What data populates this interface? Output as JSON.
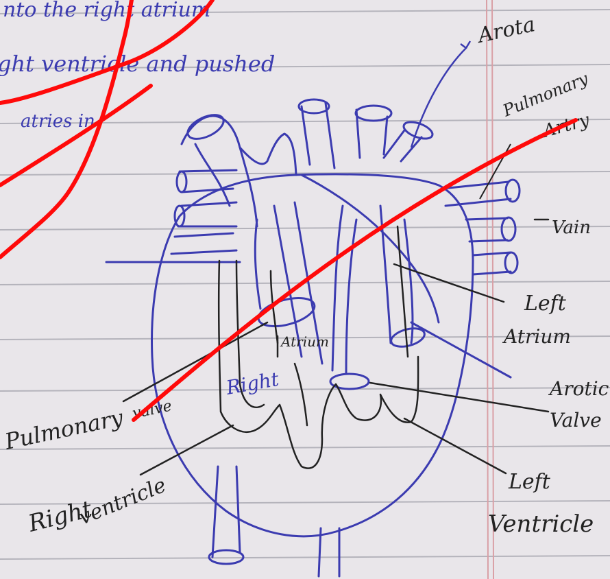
{
  "notes": {
    "line1": "nto the right atrium",
    "line2": "ght ventricle and pushed",
    "line3": "atries in"
  },
  "labels": {
    "aorta": "Arota",
    "pulmonary_artery_1": "Pulmonary",
    "pulmonary_artery_2": "Artry",
    "vein": "Vain",
    "left_atrium_1": "Left",
    "left_atrium_2": "Atrium",
    "aortic_valve_1": "Arotic",
    "aortic_valve_2": "Valve",
    "left_ventricle_1": "Left",
    "left_ventricle_2": "Ventricle",
    "right_ventricle_1": "Right",
    "right_ventricle_2": "ventricle",
    "pulmonary_valve_1": "Pulmonary",
    "pulmonary_valve_2": "valve",
    "right_atrium_1": "Right",
    "right_atrium_2": "Atrium"
  },
  "colors": {
    "paper": "#e9e6ea",
    "rule_line": "#8a8a96",
    "margin_line": "#d9a0a6",
    "blue_ink": "#3b3bb0",
    "black_ink": "#222222",
    "red_pen": "#ff0a0a"
  }
}
